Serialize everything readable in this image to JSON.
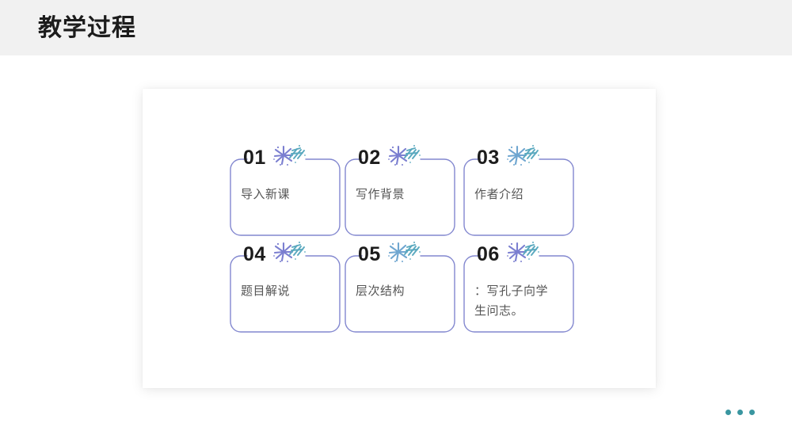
{
  "slide": {
    "title": "教学过程",
    "background_color": "#ffffff",
    "header_band_color": "#f1f1f1",
    "panel_color": "#ffffff",
    "accent_border_color": "#8287cf",
    "number_color": "#1c1c1c",
    "body_text_color": "#555555",
    "dots_color": "#3a96a0"
  },
  "cards": [
    {
      "number": "01",
      "label": "导入新课",
      "deco_icon": "splatter-flower-icon"
    },
    {
      "number": "02",
      "label": "写作背景",
      "deco_icon": "splatter-flower-icon"
    },
    {
      "number": "03",
      "label": "作者介绍",
      "deco_icon": "splatter-flower-icon"
    },
    {
      "number": "04",
      "label": "题目解说",
      "deco_icon": "splatter-flower-icon"
    },
    {
      "number": "05",
      "label": "层次结构",
      "deco_icon": "splatter-flower-icon"
    },
    {
      "number": "06",
      "label": "：写孔子向学\n生问志。",
      "deco_icon": "splatter-flower-icon"
    }
  ],
  "decoration": {
    "dots_icon": "three-dots-icon",
    "dots_count": 3
  }
}
